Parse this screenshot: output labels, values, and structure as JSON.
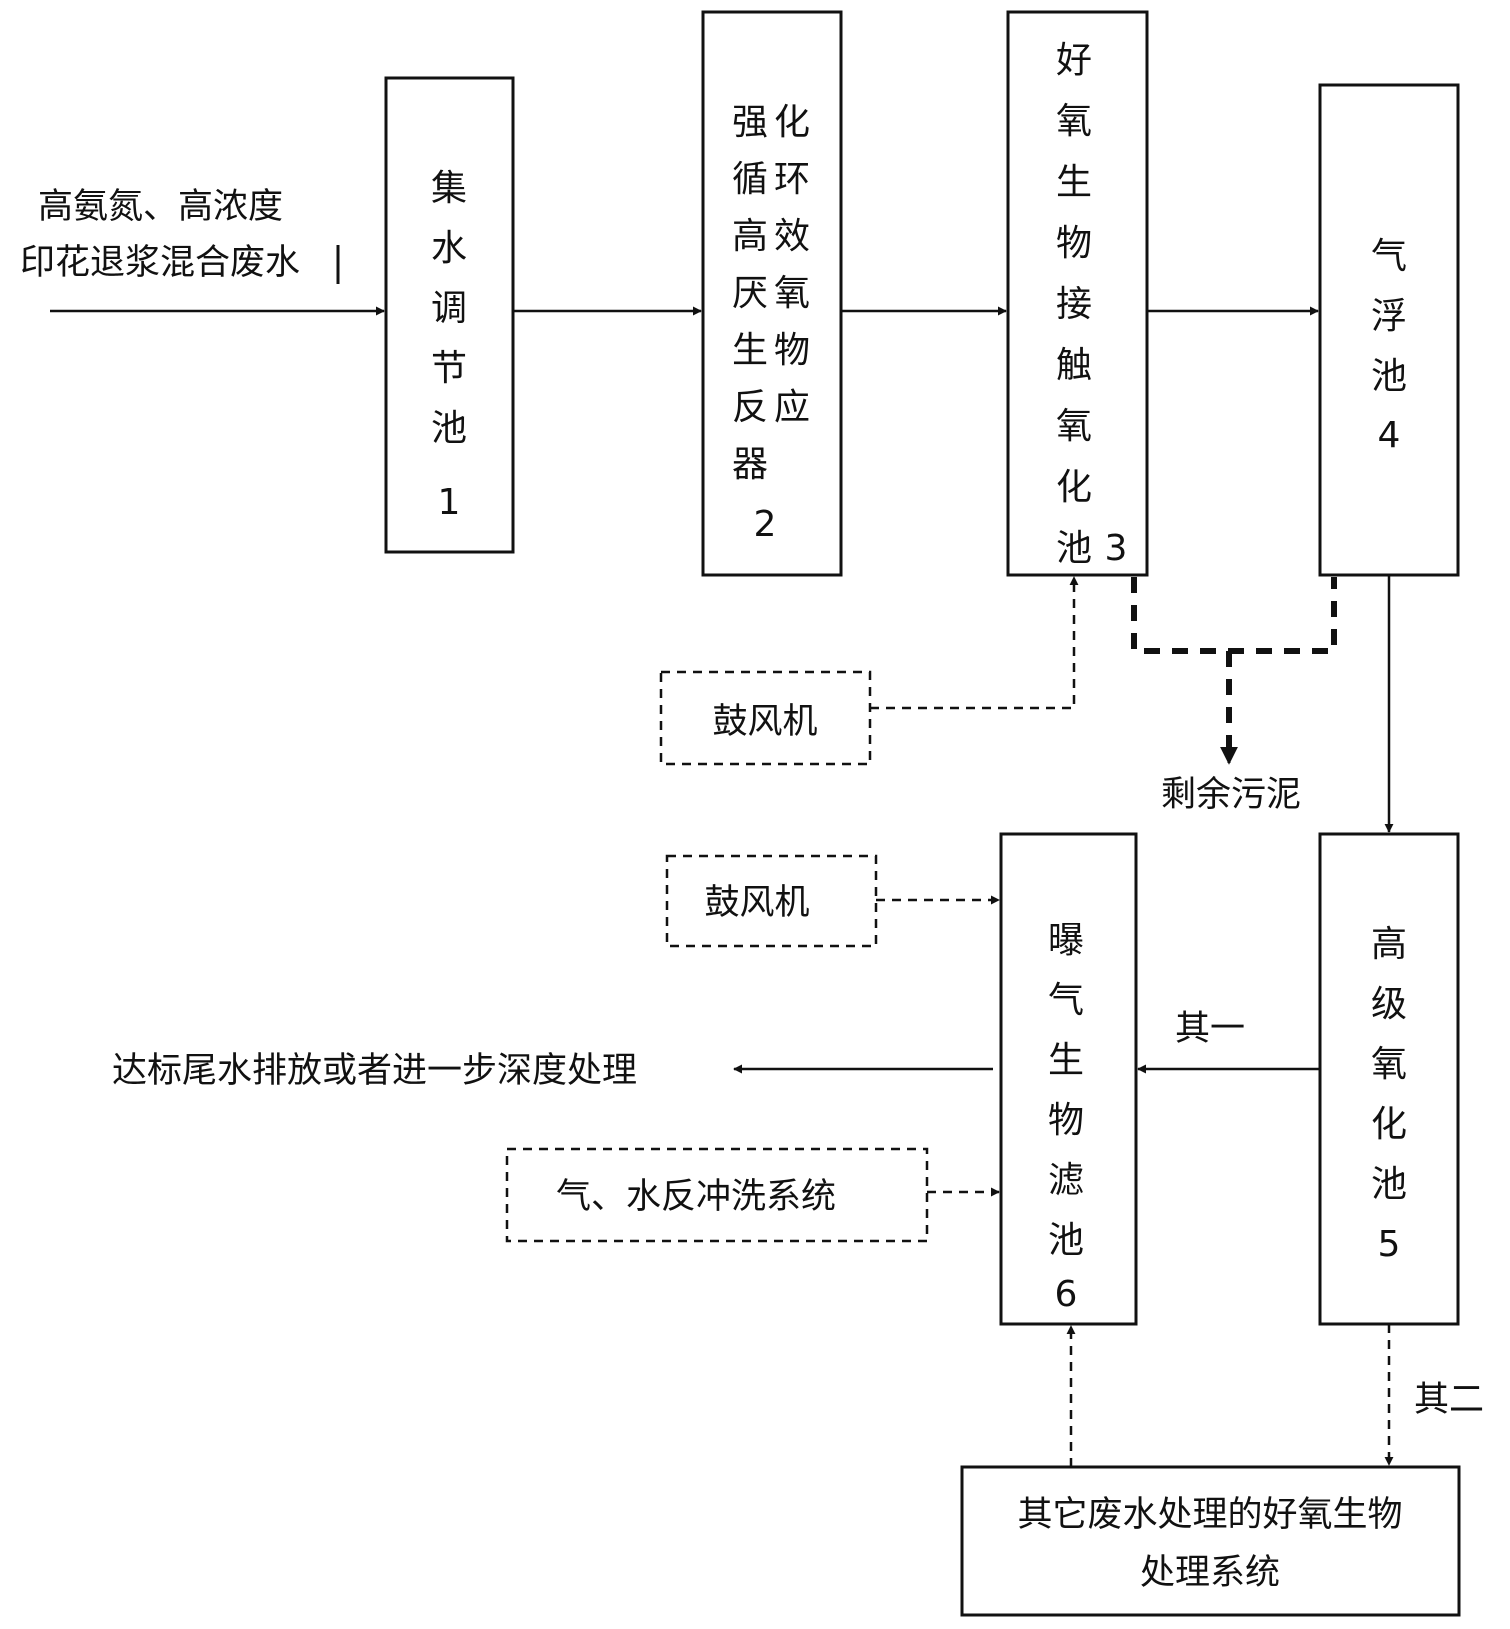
{
  "input_label": {
    "line1": "高氨氮、高浓度",
    "line2": "印花退浆混合废水"
  },
  "boxes": {
    "b1": {
      "chars": [
        "集",
        "水",
        "调",
        "节",
        "池"
      ],
      "num": "1"
    },
    "b2": {
      "col1": [
        "强",
        "循",
        "高",
        "厌",
        "生",
        "反",
        "器"
      ],
      "col2": [
        "化",
        "环",
        "效",
        "氧",
        "物",
        "应"
      ],
      "num": "2"
    },
    "b3": {
      "chars": [
        "好",
        "氧",
        "生",
        "物",
        "接",
        "触",
        "氧",
        "化",
        "池"
      ],
      "num": "3"
    },
    "b4": {
      "chars": [
        "气",
        "浮",
        "池"
      ],
      "num": "4"
    },
    "b5": {
      "chars": [
        "高",
        "级",
        "氧",
        "化",
        "池"
      ],
      "num": "5"
    },
    "b6": {
      "chars": [
        "曝",
        "气",
        "生",
        "物",
        "滤",
        "池"
      ],
      "num": "6"
    }
  },
  "blower_1": "鼓风机",
  "blower_2": "鼓风机",
  "backwash": "气、水反冲洗系统",
  "sludge": "剩余污泥",
  "output": "达标尾水排放或者进一步深度处理",
  "option_1": "其一",
  "option_2": "其二",
  "other_system": {
    "line1": "其它废水处理的好氧生物",
    "line2": "处理系统"
  }
}
